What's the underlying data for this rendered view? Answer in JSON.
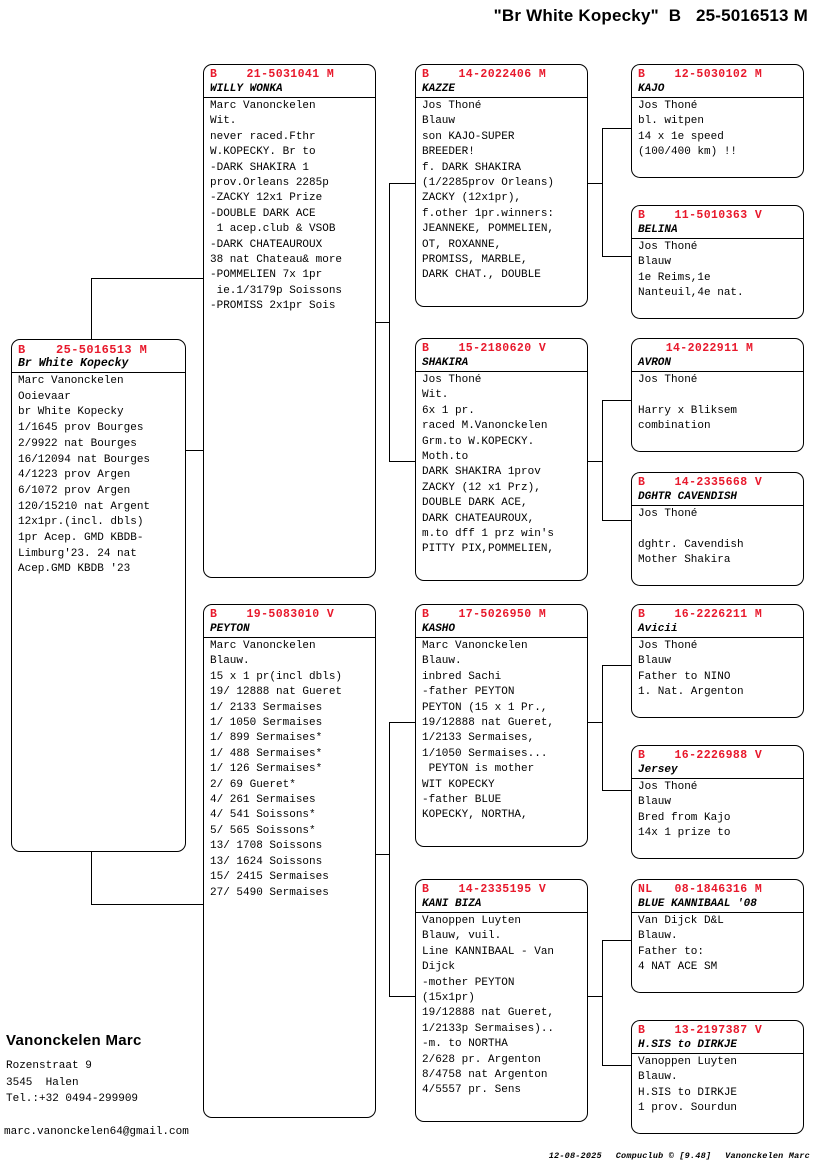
{
  "title": "\"Br White Kopecky\"  B   25-5016513 M",
  "colors": {
    "ring_number": "#e8192c",
    "text": "#000000",
    "background": "#ffffff",
    "border": "#000000"
  },
  "subject": {
    "ring": "B    25-5016513 M",
    "name": "Br White Kopecky",
    "lines": [
      "Marc Vanonckelen",
      "Ooievaar",
      "br White Kopecky",
      "1/1645 prov Bourges",
      "2/9922 nat Bourges",
      "16/12094 nat Bourges",
      "4/1223 prov Argen",
      "6/1072 prov Argen",
      "120/15210 nat Argent",
      "12x1pr.(incl. dbls)",
      "1pr Acep. GMD KBDB-",
      "Limburg'23. 24 nat",
      "Acep.GMD KBDB '23"
    ]
  },
  "father": {
    "ring": "B    21-5031041 M",
    "name": "WILLY WONKA",
    "lines": [
      "Marc Vanonckelen",
      "Wit.",
      "never raced.Fthr",
      "W.KOPECKY. Br to",
      "-DARK SHAKIRA 1",
      "prov.Orleans 2285p",
      "-ZACKY 12x1 Prize",
      "-DOUBLE DARK ACE",
      " 1 acep.club & VSOB",
      "-DARK CHATEAUROUX",
      "38 nat Chateau& more",
      "-POMMELIEN 7x 1pr",
      " ie.1/3179p Soissons",
      "-PROMISS 2x1pr Sois"
    ]
  },
  "mother": {
    "ring": "B    19-5083010 V",
    "name": "PEYTON",
    "lines": [
      "Marc Vanonckelen",
      "Blauw.",
      "15 x 1 pr(incl dbls)",
      "19/ 12888 nat Gueret",
      "1/ 2133 Sermaises",
      "1/ 1050 Sermaises",
      "1/ 899 Sermaises*",
      "1/ 488 Sermaises*",
      "1/ 126 Sermaises*",
      "2/ 69 Gueret*",
      "4/ 261 Sermaises",
      "4/ 541 Soissons*",
      "5/ 565 Soissons*",
      "13/ 1708 Soissons",
      "13/ 1624 Soissons",
      "15/ 2415 Sermaises",
      "27/ 5490 Sermaises"
    ]
  },
  "gen3": [
    {
      "ring": "B    14-2022406 M",
      "name": "KAZZE",
      "lines": [
        "Jos Thoné",
        "Blauw",
        "son KAJO-SUPER",
        "BREEDER!",
        "f. DARK SHAKIRA",
        "(1/2285prov Orleans)",
        "ZACKY (12x1pr),",
        "f.other 1pr.winners:",
        "JEANNEKE, POMMELIEN,",
        "OT, ROXANNE,",
        "PROMISS, MARBLE,",
        "DARK CHAT., DOUBLE"
      ]
    },
    {
      "ring": "B    15-2180620 V",
      "name": "SHAKIRA",
      "lines": [
        "Jos Thoné",
        "Wit.",
        "6x 1 pr.",
        "raced M.Vanonckelen",
        "Grm.to W.KOPECKY.",
        "Moth.to",
        "DARK SHAKIRA 1prov",
        "ZACKY (12 x1 Prz),",
        "DOUBLE DARK ACE,",
        "DARK CHATEAUROUX,",
        "m.to dff 1 prz win's",
        "PITTY PIX,POMMELIEN,"
      ]
    },
    {
      "ring": "B    17-5026950 M",
      "name": "KASHO",
      "lines": [
        "Marc Vanonckelen",
        "Blauw.",
        "inbred Sachi",
        "-father PEYTON",
        "PEYTON (15 x 1 Pr.,",
        "19/12888 nat Gueret,",
        "1/2133 Sermaises,",
        "1/1050 Sermaises...",
        " PEYTON is mother",
        "WIT KOPECKY",
        "-father BLUE",
        "KOPECKY, NORTHA,"
      ]
    },
    {
      "ring": "B    14-2335195 V",
      "name": "KANI BIZA",
      "lines": [
        "Vanoppen Luyten",
        "Blauw, vuil.",
        "Line KANNIBAAL - Van",
        "Dijck",
        "-mother PEYTON",
        "(15x1pr)",
        "19/12888 nat Gueret,",
        "1/2133p Sermaises)..",
        "-m. to NORTHA",
        "2/628 pr. Argenton",
        "8/4758 nat Argenton",
        "4/5557 pr. Sens"
      ]
    }
  ],
  "gen4": [
    {
      "ring": "B    12-5030102 M",
      "ring_centered": false,
      "name": "KAJO",
      "lines": [
        "Jos Thoné",
        "bl. witpen",
        "14 x 1e speed",
        "(100/400 km) !!"
      ]
    },
    {
      "ring": "B    11-5010363 V",
      "ring_centered": false,
      "name": "BELINA",
      "lines": [
        "Jos Thoné",
        "Blauw",
        "1e Reims,1e",
        "Nanteuil,4e nat."
      ]
    },
    {
      "ring": "14-2022911 M",
      "ring_centered": true,
      "name": "AVRON",
      "lines": [
        "Jos Thoné",
        "",
        "Harry x Bliksem",
        "combination"
      ]
    },
    {
      "ring": "B    14-2335668 V",
      "ring_centered": false,
      "name": "DGHTR CAVENDISH",
      "lines": [
        "Jos Thoné",
        "",
        "dghtr. Cavendish",
        "Mother Shakira"
      ]
    },
    {
      "ring": "B    16-2226211 M",
      "ring_centered": false,
      "name": "Avicii",
      "lines": [
        "Jos Thoné",
        "Blauw",
        "Father to NINO",
        "1. Nat. Argenton"
      ]
    },
    {
      "ring": "B    16-2226988 V",
      "ring_centered": false,
      "name": "Jersey",
      "lines": [
        "Jos Thoné",
        "Blauw",
        "Bred from Kajo",
        "14x 1 prize to"
      ]
    },
    {
      "ring": "NL   08-1846316 M",
      "ring_centered": false,
      "name": "BLUE KANNIBAAL '08",
      "lines": [
        "Van Dijck D&L",
        "Blauw.",
        "Father to:",
        "4 NAT ACE SM"
      ]
    },
    {
      "ring": "B    13-2197387 V",
      "ring_centered": false,
      "name": "H.SIS to DIRKJE",
      "lines": [
        "Vanoppen Luyten",
        "Blauw.",
        "H.SIS to DIRKJE",
        "1 prov. Sourdun"
      ]
    }
  ],
  "owner": {
    "name": "Vanonckelen Marc",
    "address_lines": [
      "Rozenstraat 9",
      "3545  Halen",
      "Tel.:+32 0494-299909"
    ],
    "email": "marc.vanonckelen64@gmail.com"
  },
  "footer": {
    "date": "12-08-2025",
    "software": "Compuclub © [9.48]",
    "licensee": "Vanonckelen Marc"
  }
}
